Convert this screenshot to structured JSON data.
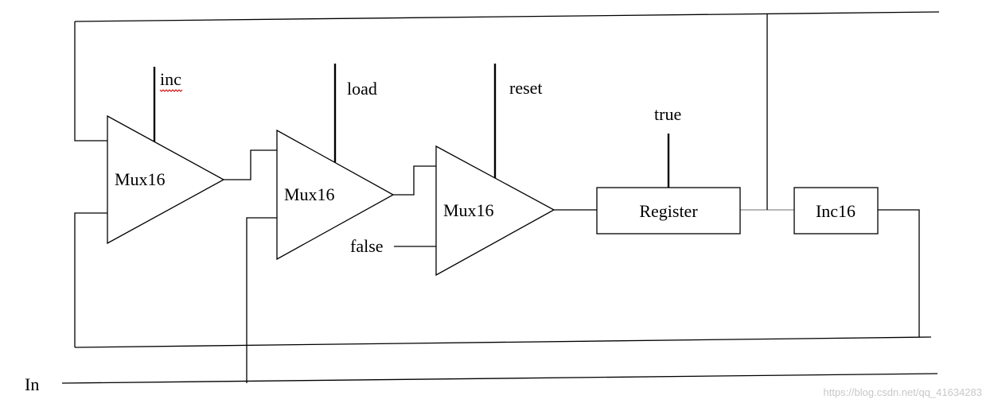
{
  "diagram": {
    "components": {
      "mux1": "Mux16",
      "mux2": "Mux16",
      "mux3": "Mux16",
      "register": "Register",
      "inc16": "Inc16"
    },
    "signals": {
      "inc": "inc",
      "load": "load",
      "reset": "reset",
      "true": "true",
      "false": "false",
      "in": "In"
    }
  },
  "watermark": "https://blog.csdn.net/qq_41634283"
}
